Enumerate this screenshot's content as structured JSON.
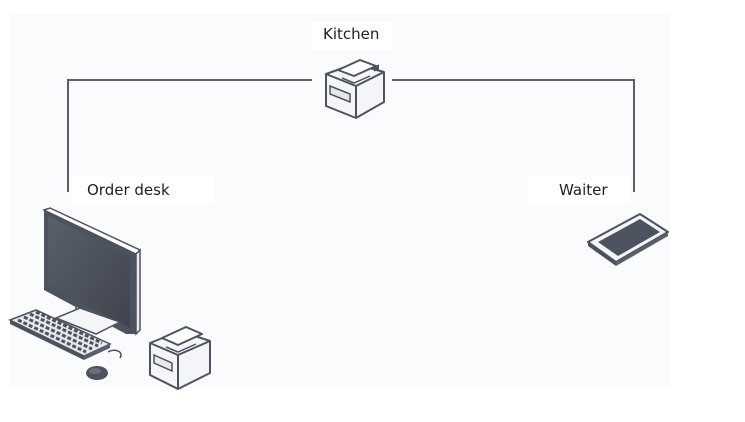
{
  "diagram": {
    "nodes": {
      "kitchen": {
        "label": "Kitchen",
        "icon": "receipt-printer-icon"
      },
      "order_desk": {
        "label": "Order desk",
        "icons": [
          "desktop-computer-icon",
          "keyboard-icon",
          "mouse-icon",
          "receipt-printer-icon"
        ]
      },
      "waiter": {
        "label": "Waiter",
        "icon": "tablet-icon"
      }
    },
    "connections": [
      {
        "from": "order_desk",
        "to": "kitchen"
      },
      {
        "from": "kitchen",
        "to": "waiter"
      }
    ],
    "colors": {
      "line": "#5a5e66",
      "device_dark": "#4d535e",
      "device_light": "#f2f3f5",
      "background": "#fafbfd"
    }
  }
}
